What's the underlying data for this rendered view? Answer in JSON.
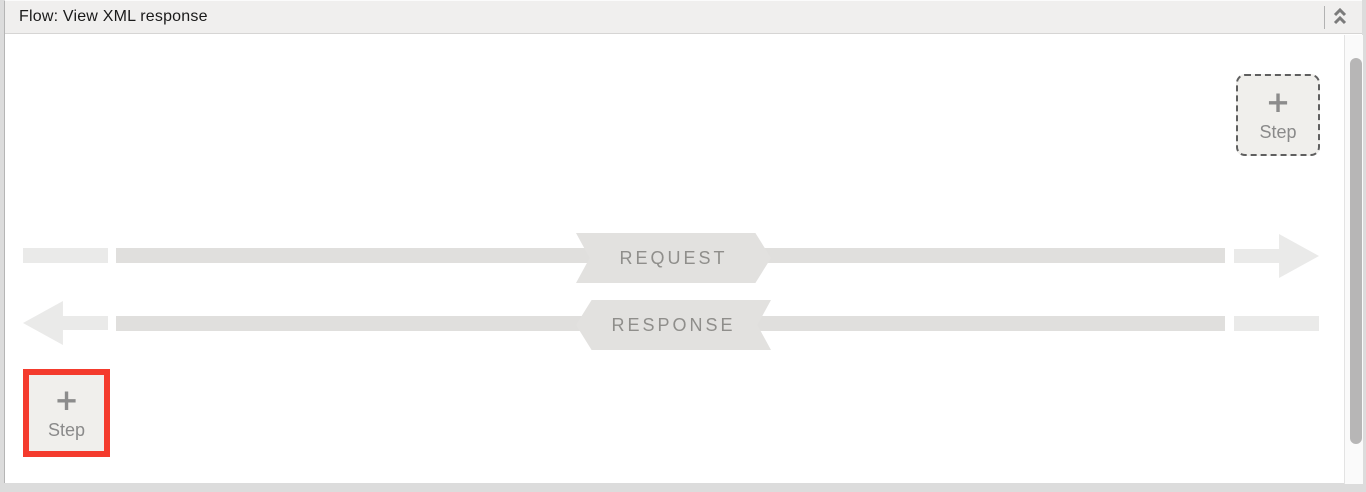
{
  "header": {
    "title": "Flow: View XML response"
  },
  "icons": {
    "collapse": "double-chevron-up-icon",
    "plus": "plus-icon"
  },
  "flow": {
    "request_label": "REQUEST",
    "response_label": "RESPONSE"
  },
  "add_step_top": {
    "plus": "+",
    "label": "Step"
  },
  "add_step_bottom": {
    "plus": "+",
    "label": "Step",
    "highlighted": true
  },
  "scrollbar": {
    "orientation": "vertical"
  },
  "colors": {
    "highlight_red": "#f43b2d",
    "header_bg": "#f0efee",
    "line_main": "#e0dfdd",
    "line_light": "#eaeae9",
    "badge_bg": "#e2e1df",
    "label_text": "#8f8e8b"
  }
}
